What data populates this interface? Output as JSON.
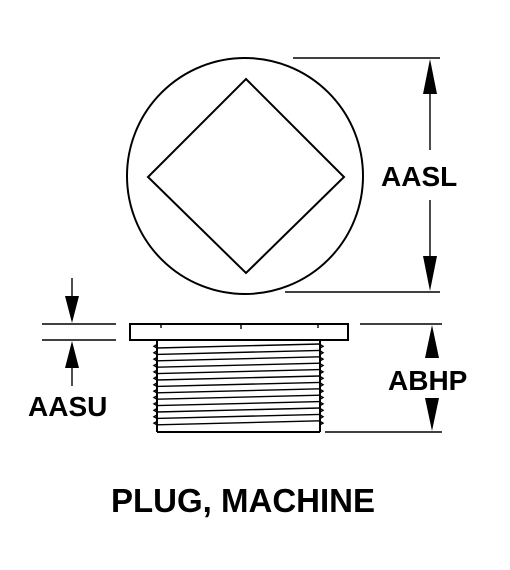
{
  "title": "PLUG, MACHINE",
  "dimensions": {
    "aasl": "AASL",
    "abhp": "ABHP",
    "aasu": "AASU"
  },
  "colors": {
    "ink": "#000000",
    "background": "#ffffff"
  }
}
